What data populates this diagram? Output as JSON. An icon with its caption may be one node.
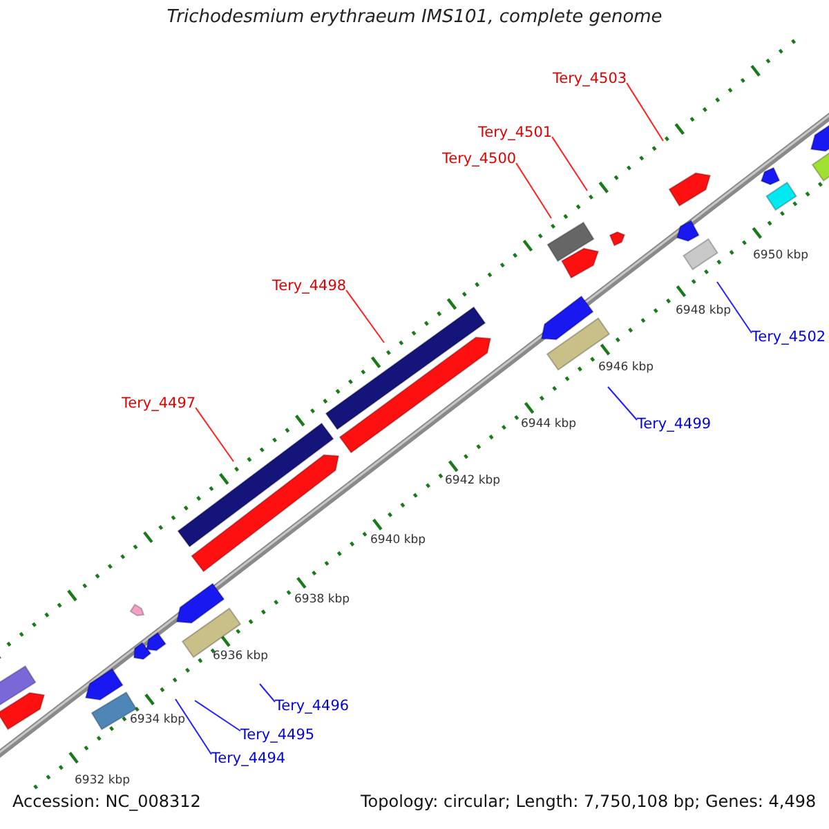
{
  "diagram": {
    "title": "Trichodesmium erythraeum IMS101, complete genome",
    "nodes": [
      {
        "text": [
          "Tery_4503"
        ]
      },
      {
        "text": [
          "Tery_4501"
        ]
      },
      {
        "text": [
          "Tery_4500"
        ]
      },
      {
        "text": [
          "Tery_4498"
        ]
      },
      {
        "text": [
          "Tery_4502"
        ]
      },
      {
        "text": [
          "Tery_4497"
        ]
      },
      {
        "text": [
          "Tery_4499"
        ]
      },
      {
        "text": [
          "Tery_4496"
        ]
      },
      {
        "text": [
          "Tery_4495"
        ]
      },
      {
        "text": [
          "Tery_4494"
        ]
      }
    ],
    "edges": [
      {
        "from": 0,
        "to": null,
        "arrow": "none"
      },
      {
        "from": 1,
        "to": null,
        "arrow": "none"
      },
      {
        "from": 2,
        "to": null,
        "arrow": "none"
      },
      {
        "from": 3,
        "to": null,
        "arrow": "none"
      },
      {
        "from": 4,
        "to": null,
        "arrow": "none",
        "color": "#2020ff"
      },
      {
        "from": 5,
        "to": null,
        "arrow": "none"
      },
      {
        "from": 6,
        "to": null,
        "arrow": "none",
        "color": "#2020ff"
      },
      {
        "from": 7,
        "to": null,
        "arrow": "none",
        "color": "#2020ff"
      },
      {
        "from": 8,
        "to": null,
        "arrow": "none",
        "color": "#2020ff"
      },
      {
        "from": 9,
        "to": null,
        "arrow": "none",
        "color": "#2020ff"
      }
    ],
    "labels": [
      "6950 kbp",
      "6948 kbp",
      "6946 kbp",
      "6944 kbp",
      "6942 kbp",
      "6940 kbp",
      "6938 kbp",
      "6936 kbp",
      "6934 kbp",
      "6932 kbp",
      "Accession: NC_008312",
      "Topology: circular; Length: 7,750,108 bp; Genes: 4,498"
    ]
  }
}
